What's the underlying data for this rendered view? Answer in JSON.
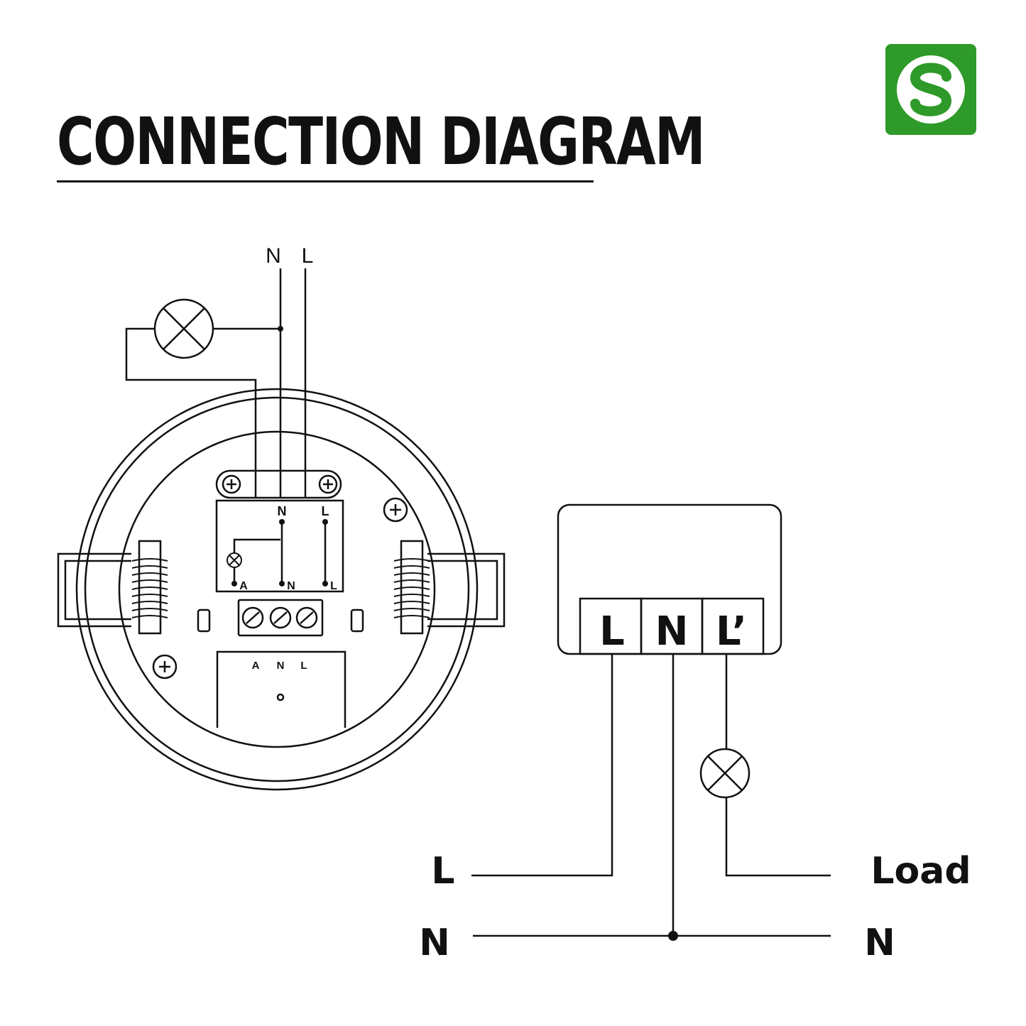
{
  "title": "CONNECTION DIAGRAM",
  "sensor": {
    "top_labels": [
      "N",
      "L"
    ],
    "inner_labels": [
      "N",
      "L"
    ],
    "bottom_labels": [
      "A",
      "N",
      "L"
    ],
    "plate_labels": [
      "A",
      "N",
      "L"
    ]
  },
  "wiring": {
    "terminals": [
      "L",
      "N",
      "L’"
    ],
    "left_labels": [
      "L",
      "N"
    ],
    "right_labels": [
      "Load",
      "N"
    ]
  },
  "colors": {
    "logo_green": "#2e9a29",
    "line": "#111111"
  },
  "icons": [
    "logo-icon",
    "lamp-icon",
    "screw-icon",
    "spring-icon"
  ]
}
